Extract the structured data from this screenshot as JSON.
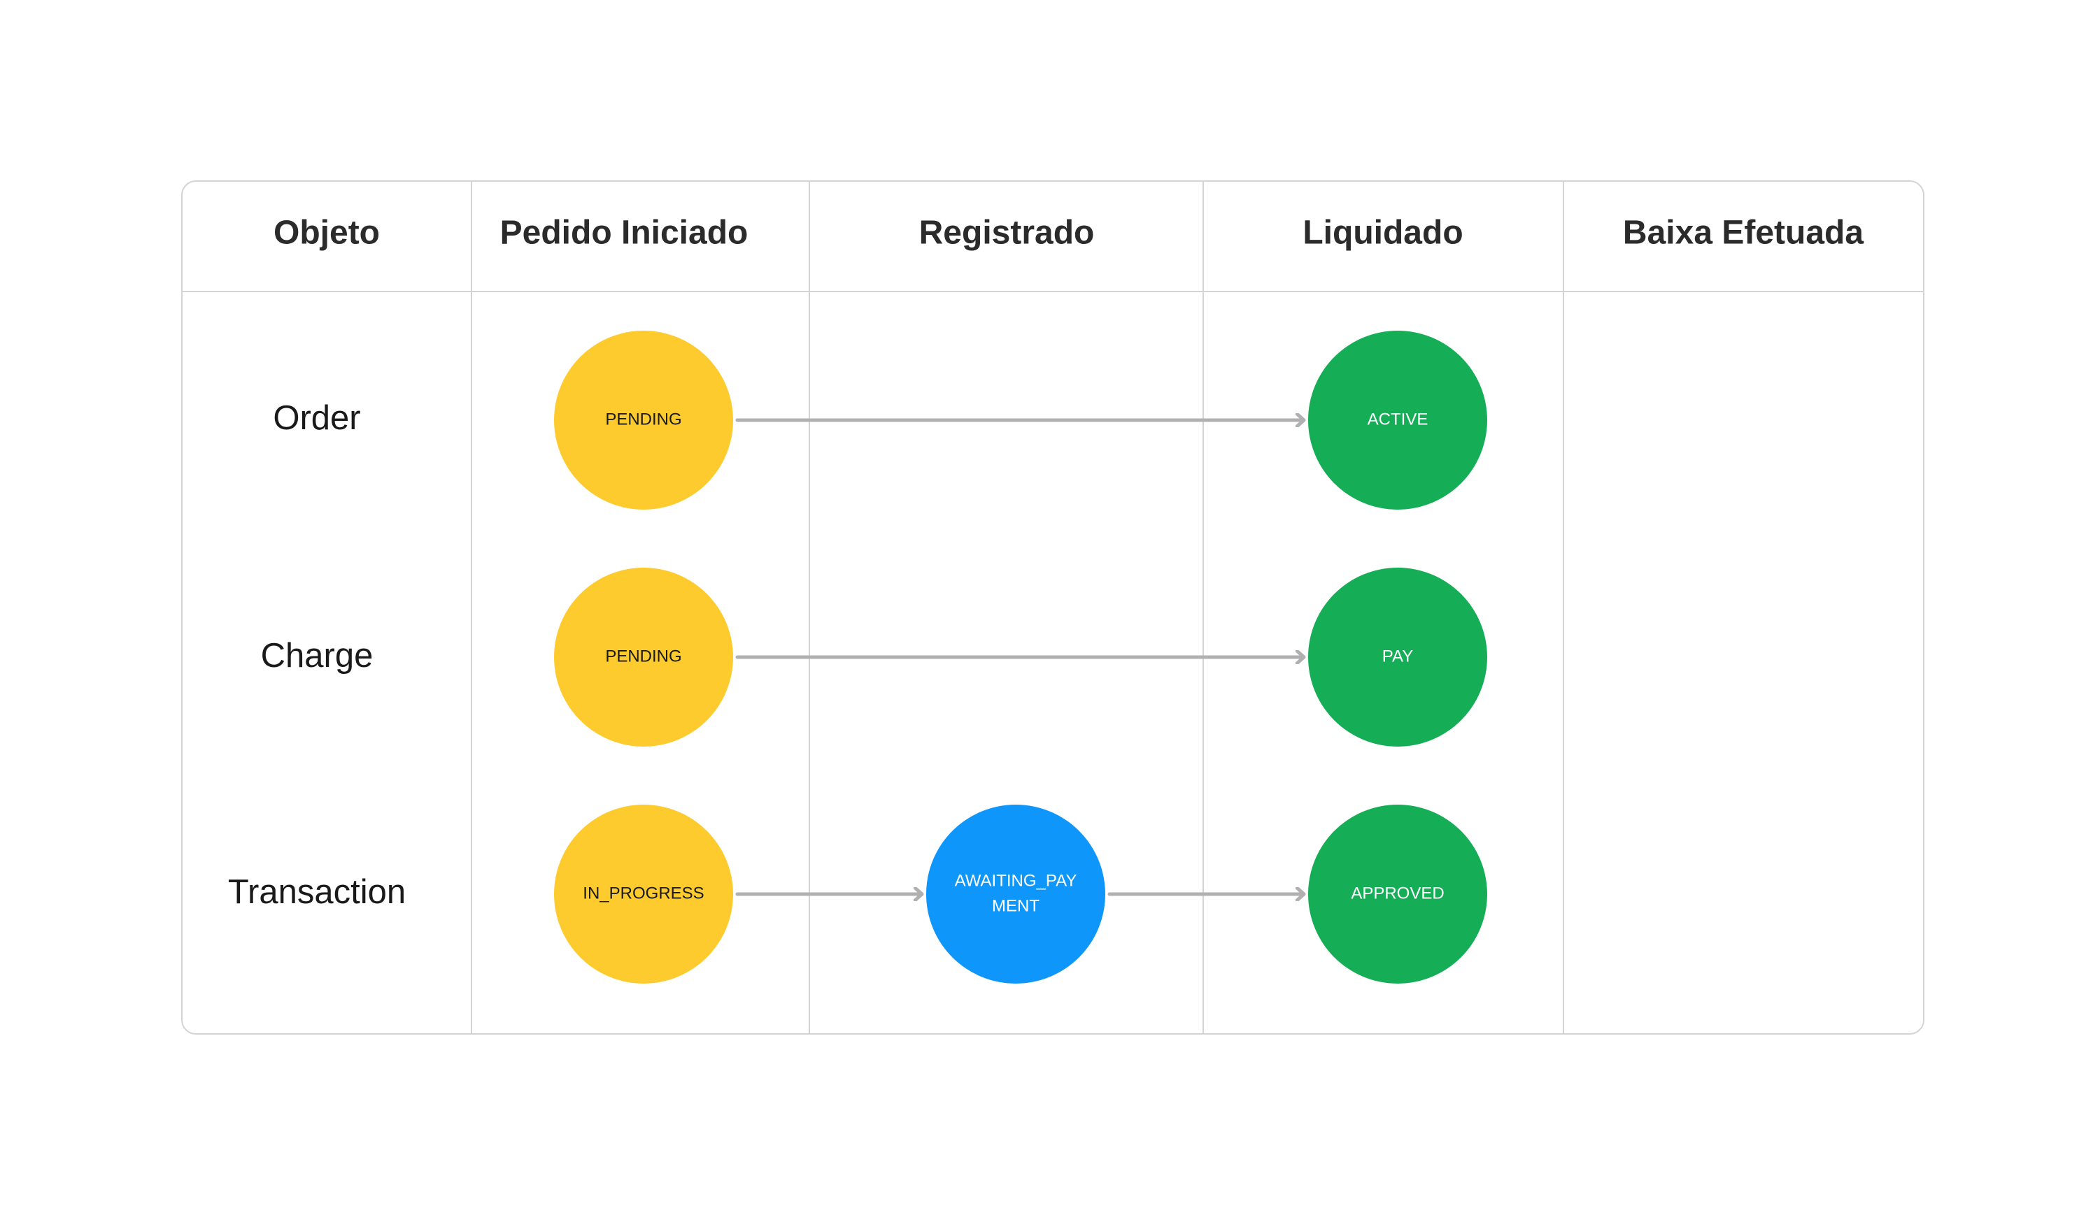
{
  "columns": [
    {
      "key": "objeto",
      "label": "Objeto"
    },
    {
      "key": "pedido_iniciado",
      "label": "Pedido Iniciado"
    },
    {
      "key": "registrado",
      "label": "Registrado"
    },
    {
      "key": "liquidado",
      "label": "Liquidado"
    },
    {
      "key": "baixa_efetuada",
      "label": "Baixa Efetuada"
    }
  ],
  "rows": [
    {
      "key": "order",
      "label": "Order"
    },
    {
      "key": "charge",
      "label": "Charge"
    },
    {
      "key": "transaction",
      "label": "Transaction"
    }
  ],
  "nodes": [
    {
      "id": "order-pending",
      "row": "order",
      "column": "pedido_iniciado",
      "label": "PENDING",
      "color": "#FDCB2E",
      "text_color": "#1a1a1a"
    },
    {
      "id": "order-active",
      "row": "order",
      "column": "liquidado",
      "label": "ACTIVE",
      "color": "#15AD56",
      "text_color": "#ffffff"
    },
    {
      "id": "charge-pending",
      "row": "charge",
      "column": "pedido_iniciado",
      "label": "PENDING",
      "color": "#FDCB2E",
      "text_color": "#1a1a1a"
    },
    {
      "id": "charge-pay",
      "row": "charge",
      "column": "liquidado",
      "label": "PAY",
      "color": "#15AD56",
      "text_color": "#ffffff"
    },
    {
      "id": "transaction-in-progress",
      "row": "transaction",
      "column": "pedido_iniciado",
      "label": "IN_PROGRESS",
      "color": "#FDCB2E",
      "text_color": "#1a1a1a"
    },
    {
      "id": "transaction-awaiting-payment",
      "row": "transaction",
      "column": "registrado",
      "label": [
        "AWAITING_PAY",
        "MENT"
      ],
      "color": "#0E96FB",
      "text_color": "#ffffff"
    },
    {
      "id": "transaction-approved",
      "row": "transaction",
      "column": "liquidado",
      "label": "APPROVED",
      "color": "#15AD56",
      "text_color": "#ffffff"
    }
  ],
  "edges": [
    {
      "from": "order-pending",
      "to": "order-active"
    },
    {
      "from": "charge-pending",
      "to": "charge-pay"
    },
    {
      "from": "transaction-in-progress",
      "to": "transaction-awaiting-payment"
    },
    {
      "from": "transaction-awaiting-payment",
      "to": "transaction-approved"
    }
  ],
  "colors": {
    "grid": "#d4d4d4",
    "arrow": "#b0b0b0",
    "header_text": "#2b2b2b",
    "pending_yellow": "#FDCB2E",
    "settled_green": "#15AD56",
    "registered_blue": "#0E96FB"
  }
}
